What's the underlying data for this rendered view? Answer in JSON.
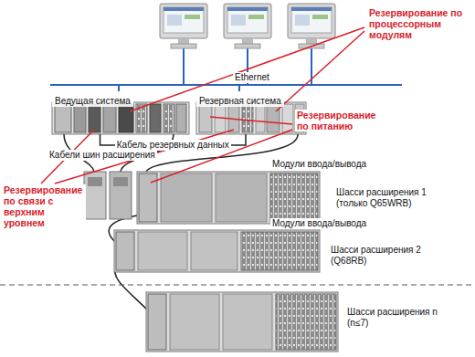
{
  "diagram": {
    "nodes": [
      {
        "text": [
          "Ведущая система"
        ]
      },
      {
        "text": [
          "Резервная система"
        ]
      }
    ],
    "edges": [
      {
        "from": 0,
        "to": 1,
        "arrow": "none",
        "label": "Кабель резервных данных"
      }
    ],
    "labels": [
      "Резервирование по процессорным модулям",
      "Ethernet",
      "Резервирование по питанию",
      "Кабели шин расширения",
      "Резервирование по связи с верхним уровнем",
      "Модули ввода/вывода",
      "Шасси расширения 1 (только Q65WRB)",
      "Модули ввода/вывода",
      "Шасси расширения 2 (Q68RB)",
      "Шасси расширения n (n≤7)"
    ]
  }
}
